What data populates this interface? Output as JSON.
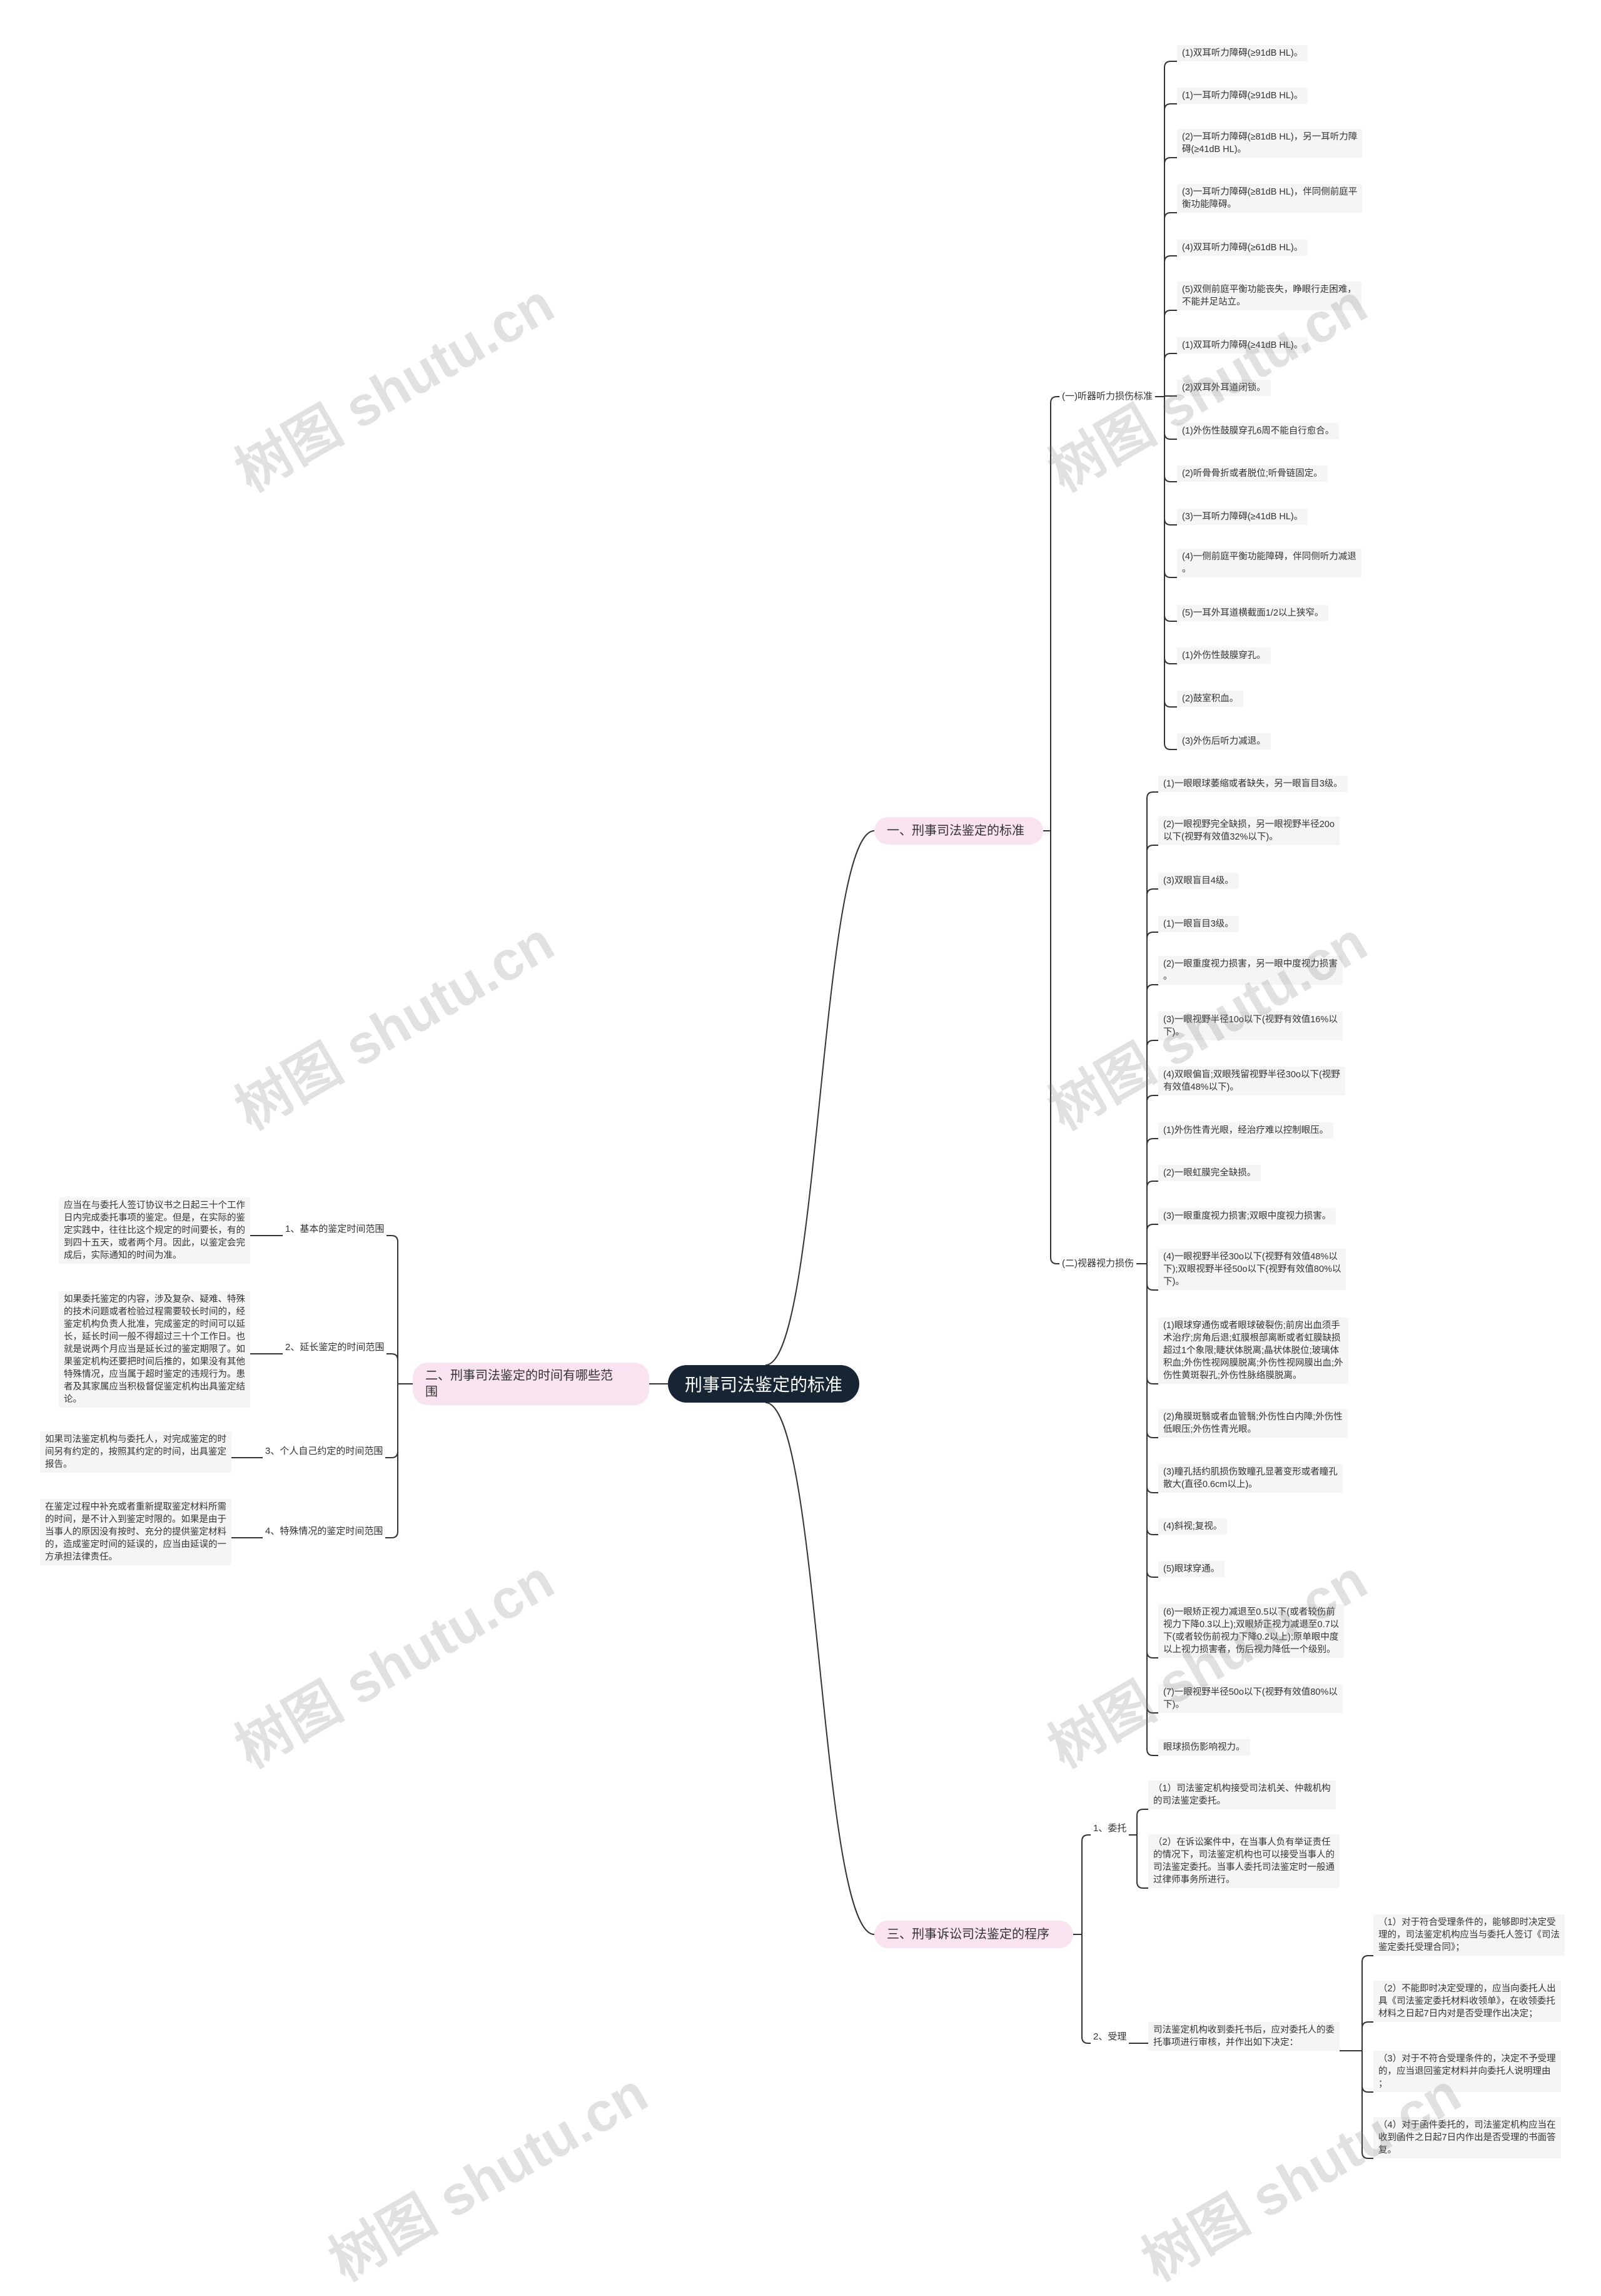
{
  "root": {
    "label": "刑事司法鉴定的标准"
  },
  "branches": {
    "b1": {
      "label": "一、刑事司法鉴定的标准",
      "s1": {
        "label": "(一)听器听力损伤标准",
        "leaves": [
          "(1)双耳听力障碍(≥91dB HL)。",
          "(1)一耳听力障碍(≥91dB HL)。",
          "(2)一耳听力障碍(≥81dB HL)，另一耳听力障\n碍(≥41dB HL)。",
          "(3)一耳听力障碍(≥81dB HL)，伴同侧前庭平\n衡功能障碍。",
          "(4)双耳听力障碍(≥61dB HL)。",
          "(5)双侧前庭平衡功能丧失，睁眼行走困难，\n不能并足站立。",
          "(1)双耳听力障碍(≥41dB HL)。",
          "(2)双耳外耳道闭锁。",
          "(1)外伤性鼓膜穿孔6周不能自行愈合。",
          "(2)听骨骨折或者脱位;听骨链固定。",
          "(3)一耳听力障碍(≥41dB HL)。",
          "(4)一侧前庭平衡功能障碍，伴同侧听力减退\n。",
          "(5)一耳外耳道横截面1/2以上狭窄。",
          "(1)外伤性鼓膜穿孔。",
          "(2)鼓室积血。",
          "(3)外伤后听力减退。"
        ]
      },
      "s2": {
        "label": "(二)视器视力损伤",
        "leaves": [
          "(1)一眼眼球萎缩或者缺失，另一眼盲目3级。",
          "(2)一眼视野完全缺损，另一眼视野半径20o\n以下(视野有效值32%以下)。",
          "(3)双眼盲目4级。",
          "(1)一眼盲目3级。",
          "(2)一眼重度视力损害，另一眼中度视力损害\n。",
          "(3)一眼视野半径10o以下(视野有效值16%以\n下)。",
          "(4)双眼偏盲;双眼残留视野半径30o以下(视野\n有效值48%以下)。",
          "(1)外伤性青光眼，经治疗难以控制眼压。",
          "(2)一眼虹膜完全缺损。",
          "(3)一眼重度视力损害;双眼中度视力损害。",
          "(4)一眼视野半径30o以下(视野有效值48%以\n下);双眼视野半径50o以下(视野有效值80%以\n下)。",
          "(1)眼球穿通伤或者眼球破裂伤;前房出血须手\n术治疗;房角后退;虹膜根部离断或者虹膜缺损\n超过1个象限;睫状体脱离;晶状体脱位;玻璃体\n积血;外伤性视网膜脱离;外伤性视网膜出血;外\n伤性黄斑裂孔;外伤性脉络膜脱离。",
          "(2)角膜斑翳或者血管翳;外伤性白内障;外伤性\n低眼压;外伤性青光眼。",
          "(3)瞳孔括约肌损伤致瞳孔显著变形或者瞳孔\n散大(直径0.6cm以上)。",
          "(4)斜视;复视。",
          "(5)眼球穿通。",
          "(6)一眼矫正视力减退至0.5以下(或者较伤前\n视力下降0.3以上);双眼矫正视力减退至0.7以\n下(或者较伤前视力下降0.2以上);原单眼中度\n以上视力损害者，伤后视力降低一个级别。",
          "(7)一眼视野半径50o以下(视野有效值80%以\n下)。",
          "眼球损伤影响视力。"
        ]
      }
    },
    "b2": {
      "label": "二、刑事司法鉴定的时间有哪些范\n围",
      "items": [
        {
          "label": "1、基本的鉴定时间范围",
          "leaf": "应当在与委托人签订协议书之日起三十个工作\n日内完成委托事项的鉴定。但是，在实际的鉴\n定实践中，往往比这个规定的时间要长，有的\n到四十五天，或者两个月。因此，以鉴定会完\n成后，实际通知的时间为准。"
        },
        {
          "label": "2、延长鉴定的时间范围",
          "leaf": "如果委托鉴定的内容，涉及复杂、疑难、特殊\n的技术问题或者检验过程需要较长时间的，经\n鉴定机构负责人批准，完成鉴定的时间可以延\n长，延长时间一般不得超过三十个工作日。也\n就是说两个月应当是延长过的鉴定期限了。如\n果鉴定机构还要把时间后推的，如果没有其他\n特殊情况，应当属于超时鉴定的违规行为。患\n者及其家属应当积极督促鉴定机构出具鉴定结\n论。"
        },
        {
          "label": "3、个人自己约定的时间范围",
          "leaf": "如果司法鉴定机构与委托人，对完成鉴定的时\n间另有约定的，按照其约定的时间，出具鉴定\n报告。"
        },
        {
          "label": "4、特殊情况的鉴定时间范围",
          "leaf": "在鉴定过程中补充或者重新提取鉴定材料所需\n的时间，是不计入到鉴定时限的。如果是由于\n当事人的原因没有按时、充分的提供鉴定材料\n的，造成鉴定时间的延误的，应当由延误的一\n方承担法律责任。"
        }
      ]
    },
    "b3": {
      "label": "三、刑事诉讼司法鉴定的程序",
      "s1": {
        "label": "1、委托",
        "leaves": [
          "（1）司法鉴定机构接受司法机关、仲裁机构\n的司法鉴定委托。",
          "（2）在诉讼案件中，在当事人负有举证责任\n的情况下，司法鉴定机构也可以接受当事人的\n司法鉴定委托。当事人委托司法鉴定时一般通\n过律师事务所进行。"
        ]
      },
      "s2": {
        "label": "2、受理",
        "mid": "司法鉴定机构收到委托书后，应对委托人的委\n托事项进行审核，并作出如下决定：",
        "leaves": [
          "（1）对于符合受理条件的，能够即时决定受\n理的，司法鉴定机构应当与委托人签订《司法\n鉴定委托受理合同》；",
          "（2）不能即时决定受理的，应当向委托人出\n具《司法鉴定委托材料收领单》，在收领委托\n材料之日起7日内对是否受理作出决定；",
          "（3）对于不符合受理条件的，决定不予受理\n的，应当退回鉴定材料并向委托人说明理由\n；",
          "（4）对于函件委托的，司法鉴定机构应当在\n收到函件之日起7日内作出是否受理的书面答\n复。"
        ]
      }
    }
  },
  "watermark": "树图 shutu.cn"
}
